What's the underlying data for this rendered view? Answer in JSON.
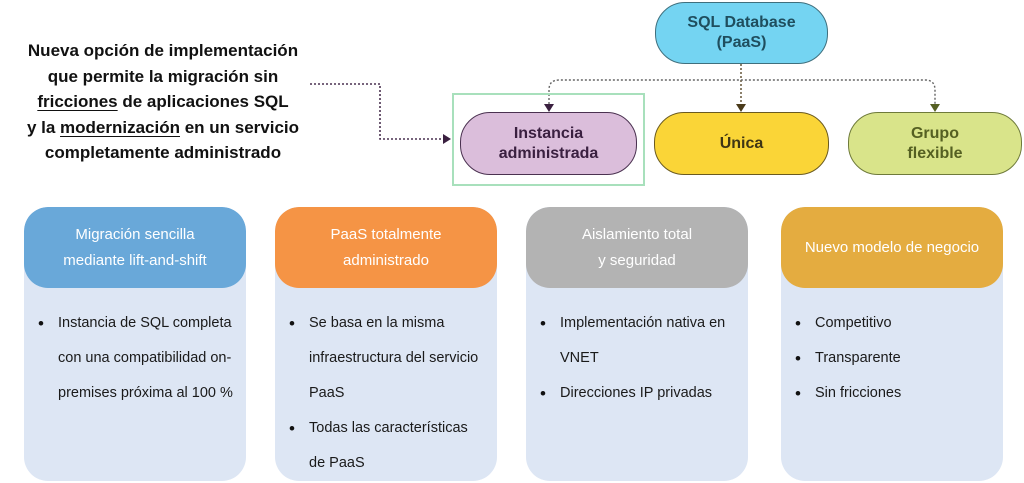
{
  "intro": {
    "line1": "Nueva opción de implementación",
    "line2": "que permite la migración sin",
    "line3_underlined": "fricciones",
    "line3_rest": " de aplicaciones SQL",
    "line4_pre": "y la ",
    "line4_underlined": "modernización",
    "line4_rest": " en un servicio",
    "line5": "completamente administrado"
  },
  "diagram": {
    "root": {
      "label": "SQL Database\n(PaaS)",
      "color": "#74d4f2"
    },
    "children": [
      {
        "label": "Instancia\nadministrada",
        "color": "#dbbedb",
        "highlighted": true
      },
      {
        "label": "Única",
        "color": "#fad537"
      },
      {
        "label": "Grupo\nflexible",
        "color": "#d9e48a"
      }
    ]
  },
  "cards": [
    {
      "title": "Migración sencilla\nmediante lift-and-shift",
      "color": "#69a8d9",
      "items": [
        "Instancia de SQL completa con una compatibilidad on-premises próxima al 100 %"
      ]
    },
    {
      "title": "PaaS totalmente\nadministrado",
      "color": "#f59445",
      "items": [
        "Se basa en la misma infraestructura del servicio PaaS",
        "Todas las características de PaaS"
      ]
    },
    {
      "title": "Aislamiento total\ny  seguridad",
      "color": "#b3b3b3",
      "items": [
        "Implementación nativa en VNET",
        "Direcciones IP privadas"
      ]
    },
    {
      "title": "Nuevo modelo de negocio",
      "color": "#e4ac40",
      "items": [
        "Competitivo",
        "Transparente",
        "Sin fricciones"
      ]
    }
  ]
}
